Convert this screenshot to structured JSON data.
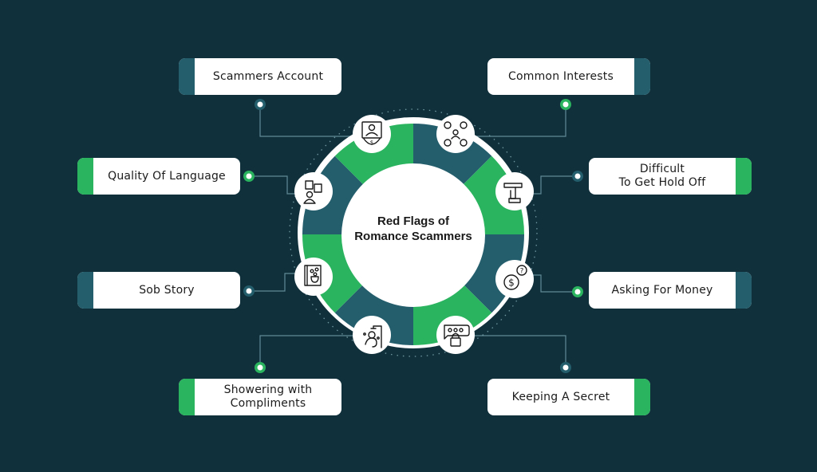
{
  "title": "Red Flags of Romance Scammers",
  "title_lines": [
    "Red Flags of",
    "Romance Scammers"
  ],
  "colors": {
    "background": "#10303b",
    "green": "#2bb45f",
    "teal": "#245e6c",
    "white": "#ffffff",
    "connector": "#5f8a96"
  },
  "items": [
    {
      "id": "scammers-account",
      "label": "Scammers Account",
      "accent": "teal",
      "icon": "profile-screen-money-icon"
    },
    {
      "id": "common-interests",
      "label": "Common Interests",
      "accent": "teal",
      "icon": "network-interests-icon"
    },
    {
      "id": "quality-of-language",
      "label": "Quality Of Language",
      "accent": "green",
      "icon": "translate-person-icon"
    },
    {
      "id": "difficult-to-get-hold-off",
      "label": "Difficult\nTo Get Hold Off",
      "accent": "green",
      "icon": "hand-pointing-icon"
    },
    {
      "id": "sob-story",
      "label": "Sob Story",
      "accent": "teal",
      "icon": "story-book-icon"
    },
    {
      "id": "asking-for-money",
      "label": "Asking For Money",
      "accent": "teal",
      "icon": "dollar-question-icon"
    },
    {
      "id": "showering-with-compliments",
      "label": "Showering with\nCompliments",
      "accent": "green",
      "icon": "shower-person-icon"
    },
    {
      "id": "keeping-a-secret",
      "label": "Keeping A Secret",
      "accent": "green",
      "icon": "chat-lock-icon"
    }
  ],
  "labels": {
    "scammers_account": "Scammers Account",
    "common_interests": "Common Interests",
    "quality_of_language": "Quality Of Language",
    "difficult_line1": "Difficult",
    "difficult_line2": "To Get Hold Off",
    "sob_story": "Sob Story",
    "asking_for_money": "Asking For Money",
    "showering_line1": "Showering with",
    "showering_line2": "Compliments",
    "keeping_a_secret": "Keeping A Secret"
  }
}
